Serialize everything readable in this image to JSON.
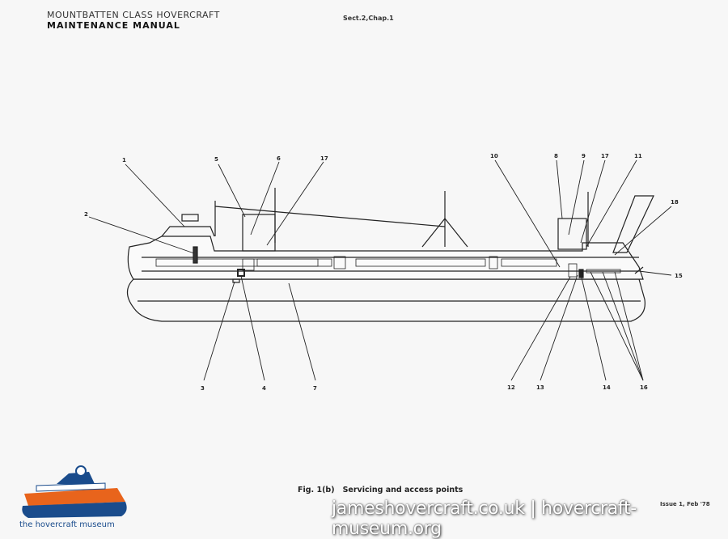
{
  "header": {
    "line1": "MOUNTBATTEN CLASS HOVERCRAFT",
    "line2": "MAINTENANCE MANUAL",
    "section": "Sect.2,Chap.1"
  },
  "figure": {
    "number": "Fig. 1(b)",
    "title": "Servicing and access points",
    "callouts": [
      "1",
      "2",
      "5",
      "6",
      "17",
      "10",
      "8",
      "9",
      "17",
      "11",
      "18",
      "15",
      "3",
      "4",
      "7",
      "12",
      "13",
      "14",
      "16"
    ]
  },
  "footer": {
    "issue": "Issue 1, Feb '78",
    "watermark": "jameshovercraft.co.uk | hovercraft-museum.org",
    "logo_text": "the hovercraft museum"
  },
  "colors": {
    "logo_orange": "#e8641c",
    "logo_blue": "#1a4c8c"
  }
}
